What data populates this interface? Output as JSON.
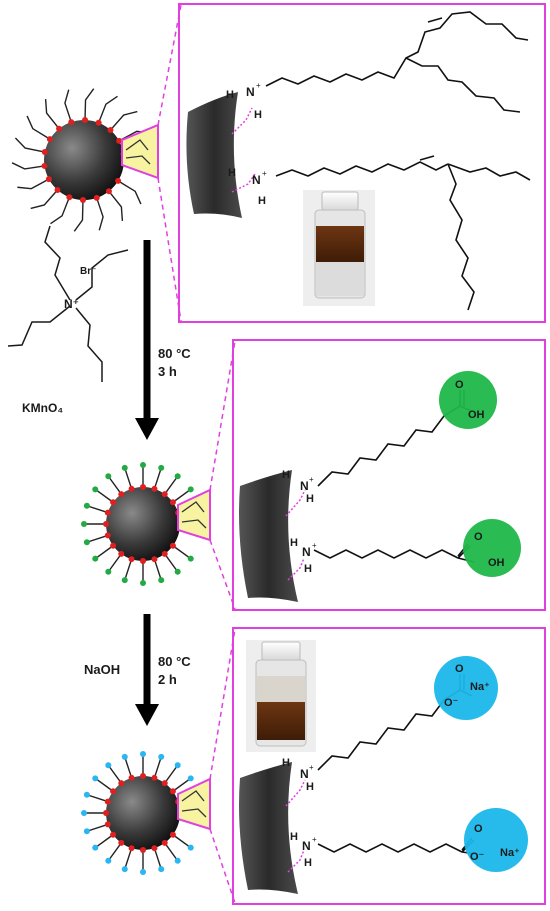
{
  "colors": {
    "panel_border": "#e040e0",
    "dashed_connector": "#e040e0",
    "callout_fill": "#f7f3a0",
    "amine_dot": "#e02020",
    "carboxyl_dot": "#22aa44",
    "carboxyl_circle": "#1fb84a",
    "carboxylate_dot": "#29b6f2",
    "carboxylate_circle": "#1ab7ea",
    "arrow": "#000000",
    "nanoparticle_highlight": "#8a8a8a",
    "nanoparticle_shadow": "#1a1a1a"
  },
  "icons": {
    "nanoparticle": "nanoparticle-sphere-icon",
    "vial": "vial-icon",
    "arrow": "reaction-arrow-icon"
  },
  "step1": {
    "reagent_anion": "Br⁻",
    "reagent_cation": "N⁺",
    "oxidant": "KMnO₄",
    "temperature": "80 °C",
    "time": "3 h"
  },
  "step2": {
    "reagent": "NaOH",
    "temperature": "80 °C",
    "time": "2 h"
  },
  "panel1": {
    "h_upper_1": "H",
    "n_upper": "N",
    "h_lower_1": "H",
    "h_top_2": "H",
    "n_mid": "N",
    "h_bot_2": "H",
    "charge": "+"
  },
  "panel2": {
    "h1": "H",
    "n1": "N",
    "h1b": "H",
    "h2": "H",
    "n2": "N",
    "h2b": "H",
    "oh1": "OH",
    "o1": "O",
    "oh2": "OH",
    "o2": "O",
    "charge": "+"
  },
  "panel3": {
    "h1": "H",
    "n1": "N",
    "h1b": "H",
    "h2": "H",
    "n2": "N",
    "h2b": "H",
    "o1": "O",
    "o1_minus": "O⁻",
    "na1": "Na⁺",
    "o2": "O",
    "o2_minus": "O⁻",
    "na2": "Na⁺",
    "charge": "+"
  }
}
